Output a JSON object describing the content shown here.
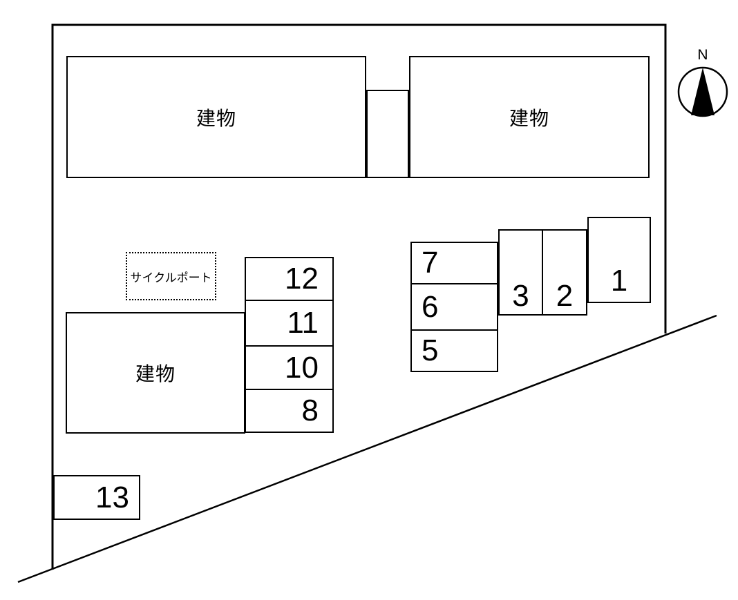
{
  "diagram": {
    "compass": {
      "label": "N"
    },
    "buildings": {
      "top_left": "建物",
      "top_right": "建物",
      "lower_left": "建物"
    },
    "cycle_port": {
      "label": "サイクルポート"
    },
    "parking": {
      "left_column": [
        "12",
        "11",
        "10",
        "8"
      ],
      "middle_column": [
        "7",
        "6",
        "5"
      ],
      "right_row": [
        "3",
        "2",
        "1"
      ],
      "bottom_space": "13"
    },
    "colors": {
      "line": "#000000",
      "background": "#ffffff"
    }
  }
}
